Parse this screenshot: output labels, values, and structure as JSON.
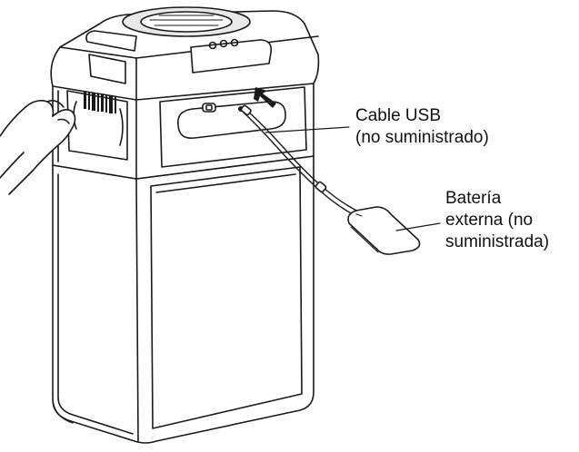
{
  "callouts": {
    "usb_cable": {
      "lines": [
        "Cable USB",
        "(no suministrado)"
      ]
    },
    "battery": {
      "lines": [
        "Batería",
        "externa (no",
        "suministrada)"
      ]
    }
  },
  "colors": {
    "line": "#1a1a1a",
    "fill": "#ffffff",
    "shade": "#e9e9e9",
    "text": "#111111"
  }
}
